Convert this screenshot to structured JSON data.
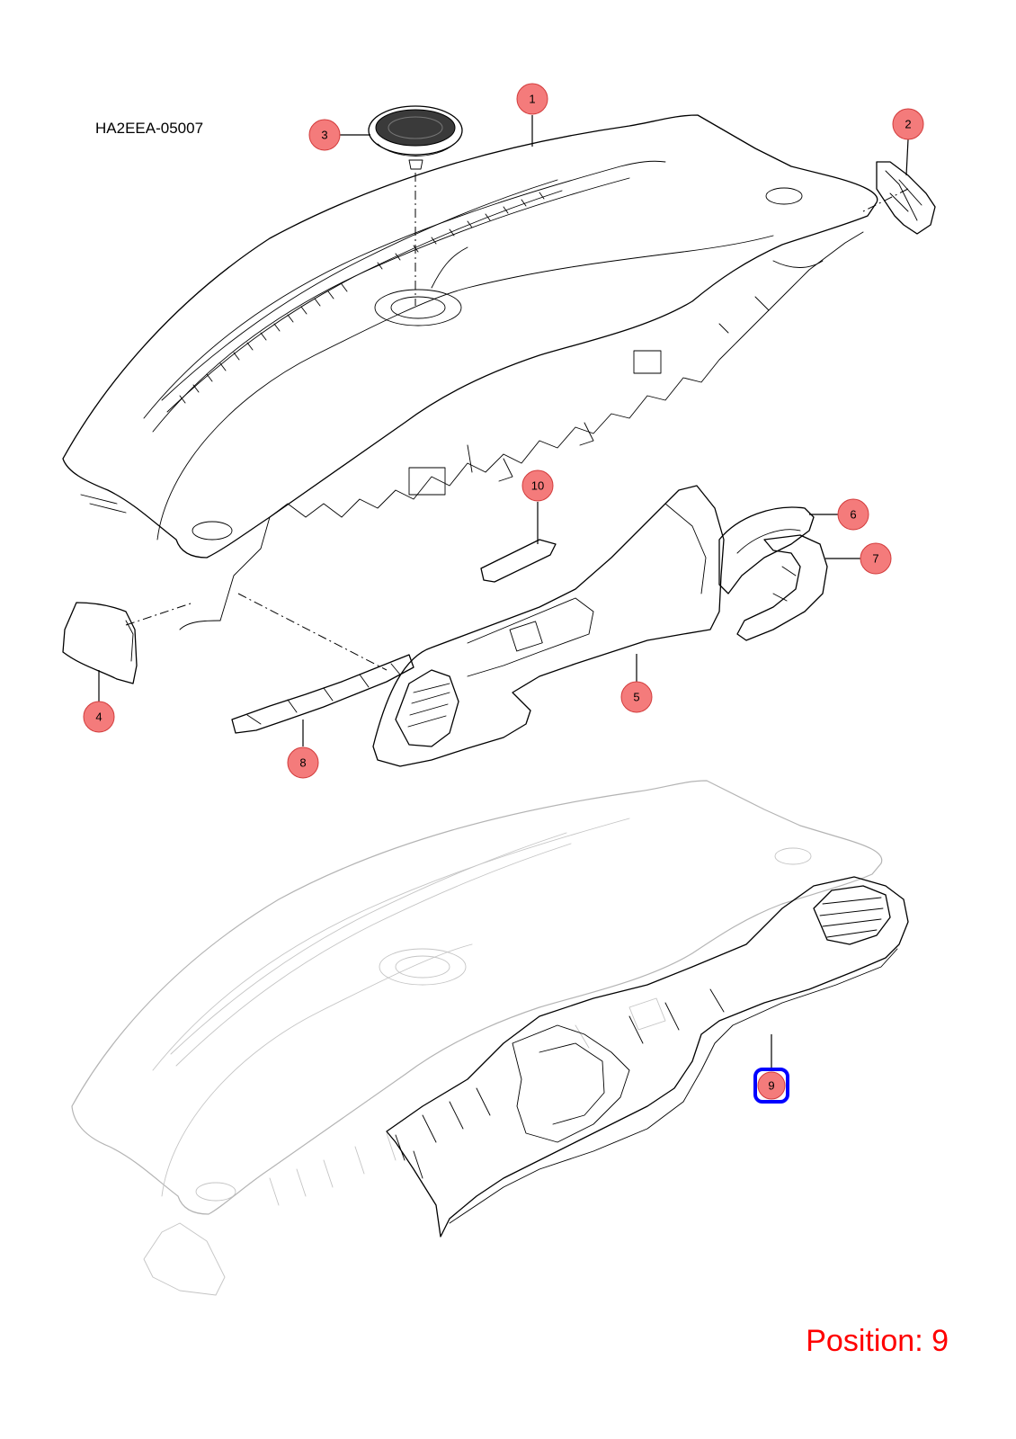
{
  "diagram": {
    "part_code": "HA2EEA-05007",
    "highlight_color": "#0000ff",
    "callout_fill": "#f47b7b",
    "callout_stroke": "#d23c3c",
    "callouts": [
      {
        "label": "1"
      },
      {
        "label": "2"
      },
      {
        "label": "3"
      },
      {
        "label": "4"
      },
      {
        "label": "5"
      },
      {
        "label": "6"
      },
      {
        "label": "7"
      },
      {
        "label": "8"
      },
      {
        "label": "9",
        "highlighted": true
      },
      {
        "label": "10"
      }
    ],
    "position_text": "Position: 9",
    "position_color": "#ff0000"
  }
}
